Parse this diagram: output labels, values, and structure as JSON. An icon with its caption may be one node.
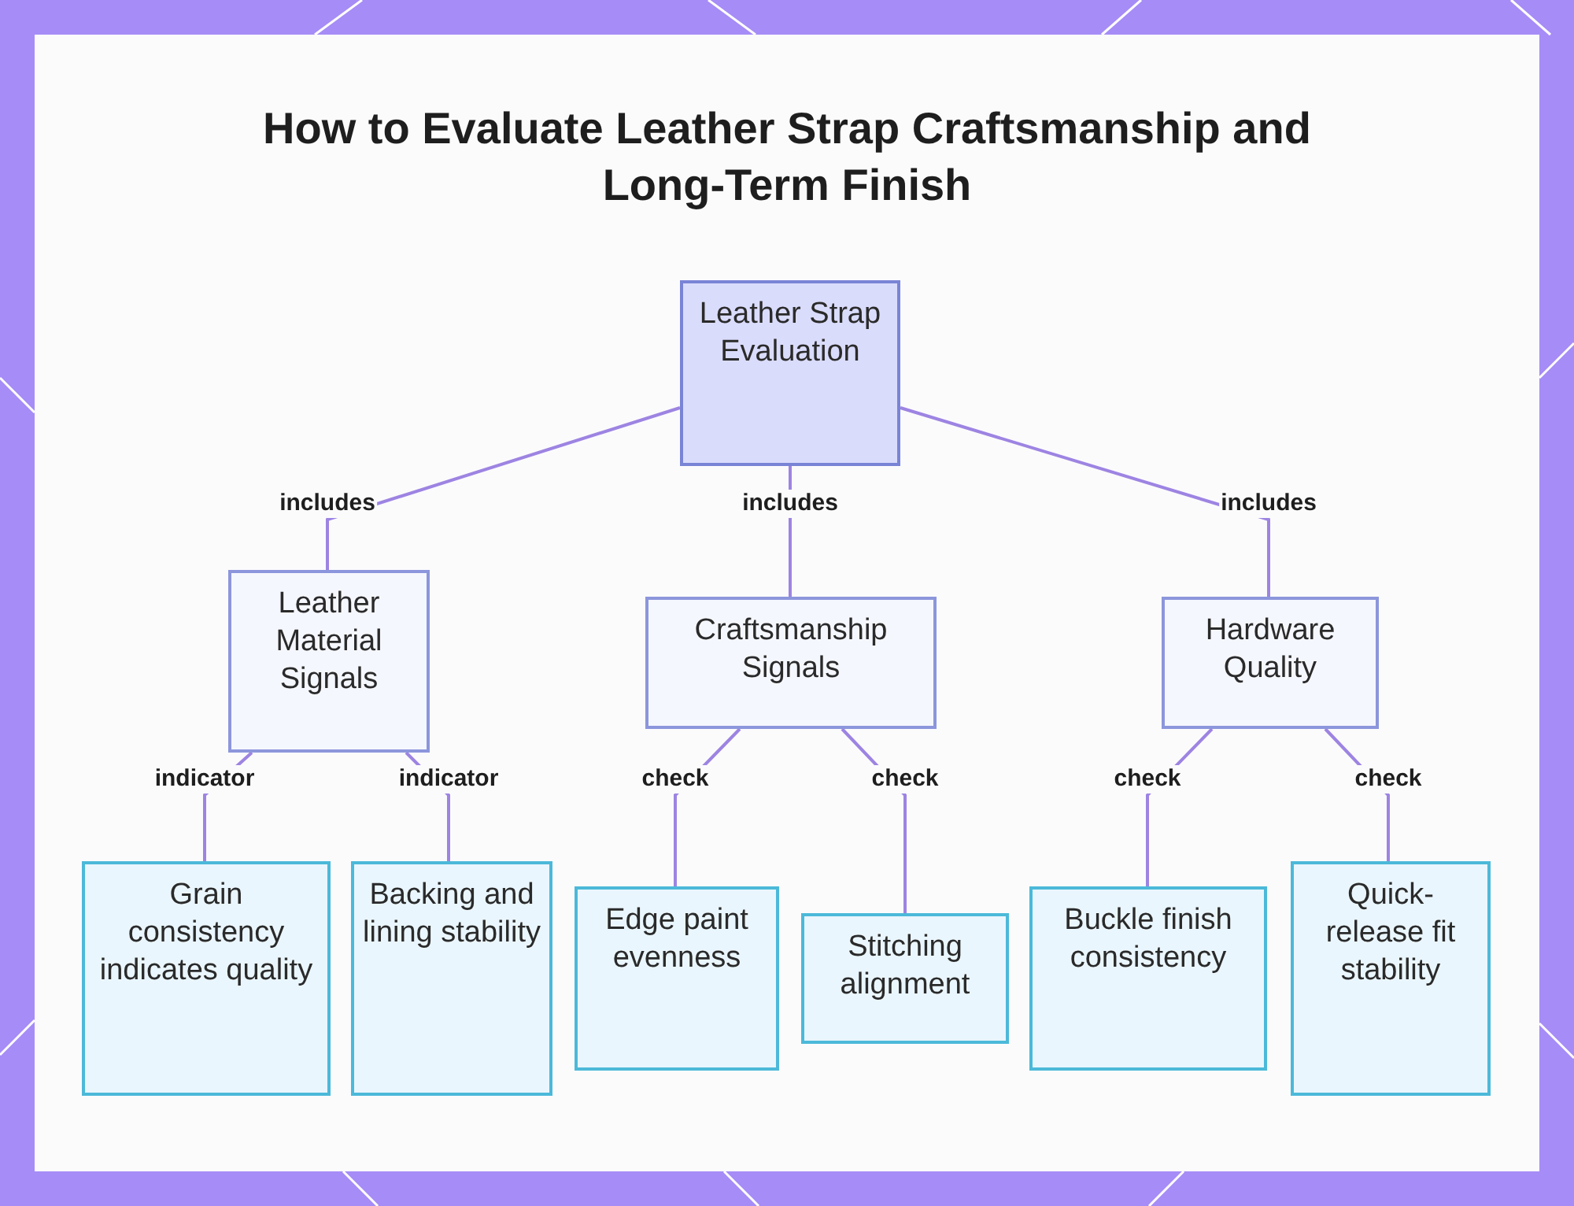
{
  "diagram": {
    "title": "How to Evaluate Leather Strap Craftsmanship and Long-Term Finish",
    "nodes": [
      {
        "text": [
          "Leather Strap Evaluation"
        ]
      },
      {
        "text": [
          "Leather Material Signals"
        ]
      },
      {
        "text": [
          "Craftsmanship Signals"
        ]
      },
      {
        "text": [
          "Hardware Quality"
        ]
      },
      {
        "text": [
          "Grain consistency indicates quality"
        ]
      },
      {
        "text": [
          "Backing and lining stability"
        ]
      },
      {
        "text": [
          "Edge paint evenness"
        ]
      },
      {
        "text": [
          "Stitching alignment"
        ]
      },
      {
        "text": [
          "Buckle finish consistency"
        ]
      },
      {
        "text": [
          "Quick-release fit stability"
        ]
      }
    ],
    "edges": [
      {
        "from": 0,
        "to": 1,
        "arrow": "none",
        "label": "includes"
      },
      {
        "from": 0,
        "to": 2,
        "arrow": "none",
        "label": "includes"
      },
      {
        "from": 0,
        "to": 3,
        "arrow": "none",
        "label": "includes"
      },
      {
        "from": 1,
        "to": 4,
        "arrow": "none",
        "label": "indicator"
      },
      {
        "from": 1,
        "to": 5,
        "arrow": "none",
        "label": "indicator"
      },
      {
        "from": 2,
        "to": 6,
        "arrow": "none",
        "label": "check"
      },
      {
        "from": 2,
        "to": 7,
        "arrow": "none",
        "label": "check"
      },
      {
        "from": 3,
        "to": 8,
        "arrow": "none",
        "label": "check"
      },
      {
        "from": 3,
        "to": 9,
        "arrow": "none",
        "label": "check"
      }
    ]
  }
}
